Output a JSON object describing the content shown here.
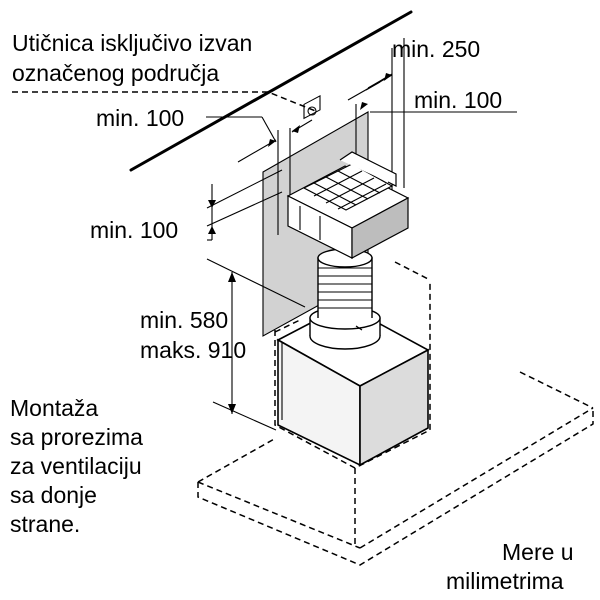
{
  "labels": {
    "socket_note_line1": "Utičnica isključivo izvan",
    "socket_note_line2": "označenog područja",
    "dim_top_right": "min. 250",
    "dim_right": "min. 100",
    "dim_left": "min. 100",
    "dim_side": "min. 100",
    "height_min": "min. 580",
    "height_max": "maks. 910",
    "vent_line1": "Montaža",
    "vent_line2": "sa prorezima",
    "vent_line3": "za ventilaciju",
    "vent_line4": "sa donje",
    "vent_line5": "strane.",
    "units_line1": "Mere u",
    "units_line2": "milimetrima"
  },
  "icons": {
    "socket": "power-socket-icon"
  },
  "colors": {
    "ink": "#000000",
    "background": "#ffffff",
    "wall_plate": "#d2d2d2"
  }
}
